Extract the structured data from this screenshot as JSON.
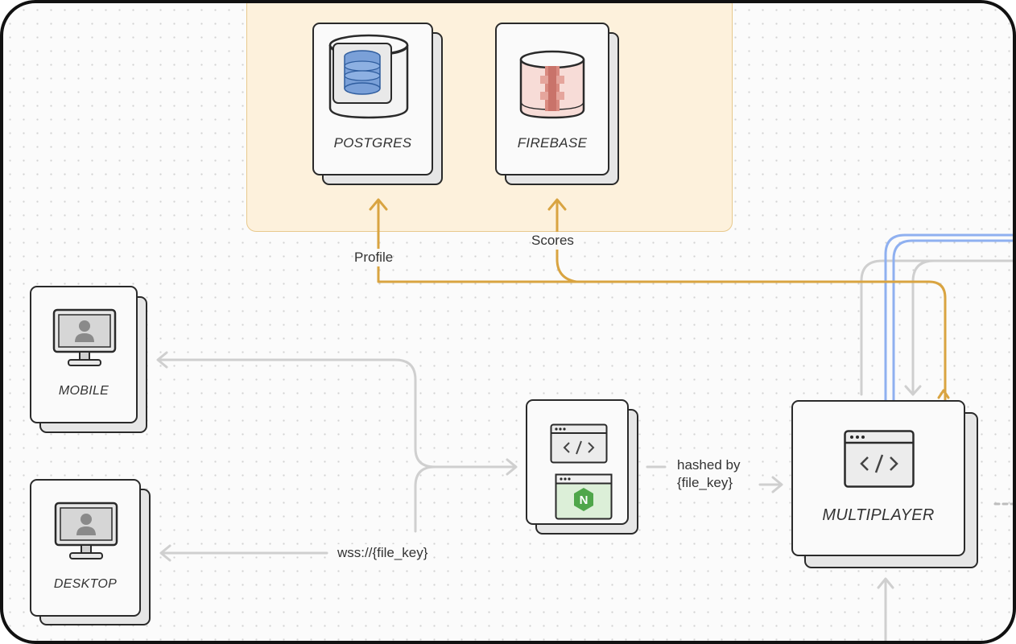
{
  "nodes": {
    "postgres": {
      "label": "POSTGRES",
      "icon": "postgres-database-icon"
    },
    "firebase": {
      "label": "FIREBASE",
      "icon": "firebase-database-icon"
    },
    "mobile": {
      "label": "MOBILE",
      "icon": "monitor-user-icon"
    },
    "desktop": {
      "label": "DESKTOP",
      "icon": "monitor-user-icon"
    },
    "gateway": {
      "icons": [
        "code-window-icon",
        "nginx-window-icon"
      ],
      "nginx_letter": "N"
    },
    "multiplayer": {
      "label": "MULTIPLAYER",
      "icon": "code-window-icon"
    }
  },
  "edges": {
    "profile": "Profile",
    "scores": "Scores",
    "hashed_by_line1": "hashed by",
    "hashed_by_line2": "{file_key}",
    "wss": "wss://{file_key}"
  },
  "colors": {
    "orange_edge": "#d9a441",
    "gray_edge": "#c9c9c9",
    "blue_edge": "#8fb0f0",
    "group_fill": "#fdf1dc"
  }
}
